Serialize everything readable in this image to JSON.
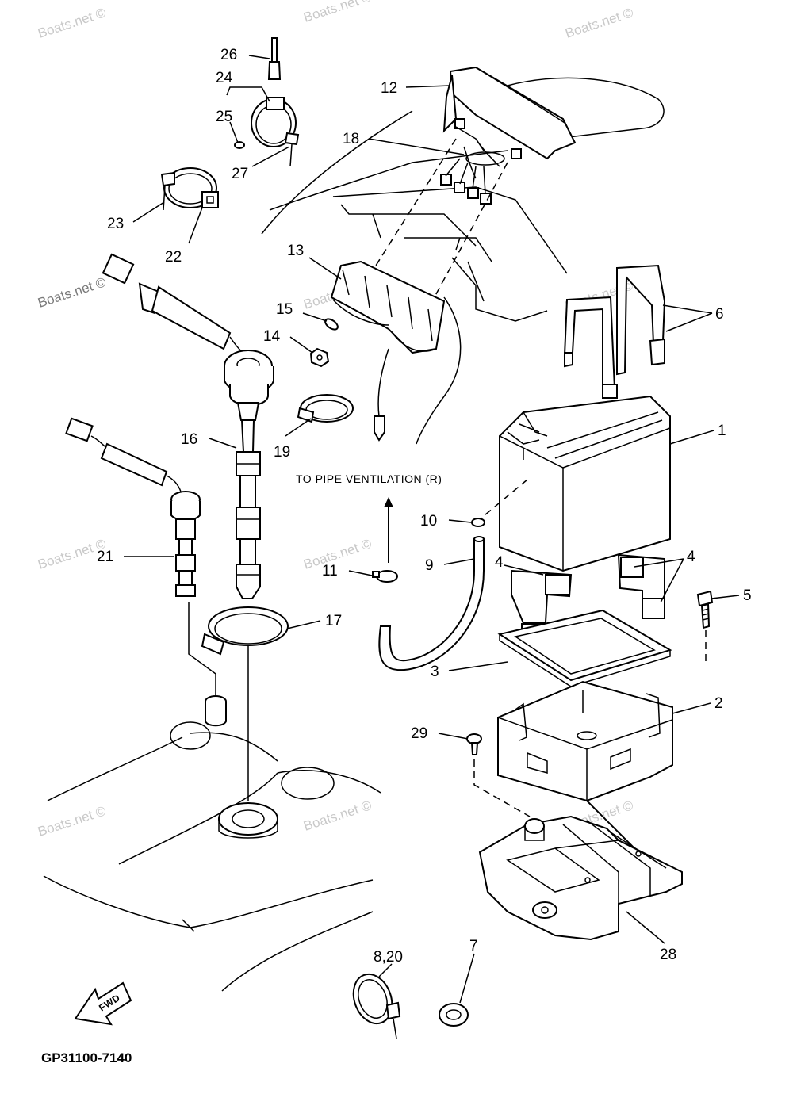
{
  "watermark": "Boats.net ©",
  "note": "TO PIPE VENTILATION (R)",
  "drawing_code": "GP31100-7140",
  "fwd_label": "FWD",
  "callouts": {
    "c1": "1",
    "c2": "2",
    "c3": "3",
    "c4a": "4",
    "c4b": "4",
    "c5": "5",
    "c6": "6",
    "c7": "7",
    "c8_20": "8,20",
    "c9": "9",
    "c10": "10",
    "c11": "11",
    "c12": "12",
    "c13": "13",
    "c14": "14",
    "c15": "15",
    "c16": "16",
    "c17": "17",
    "c18": "18",
    "c19": "19",
    "c21": "21",
    "c22": "22",
    "c23": "23",
    "c24": "24",
    "c25": "25",
    "c26": "26",
    "c27": "27",
    "c28": "28",
    "c29": "29"
  }
}
